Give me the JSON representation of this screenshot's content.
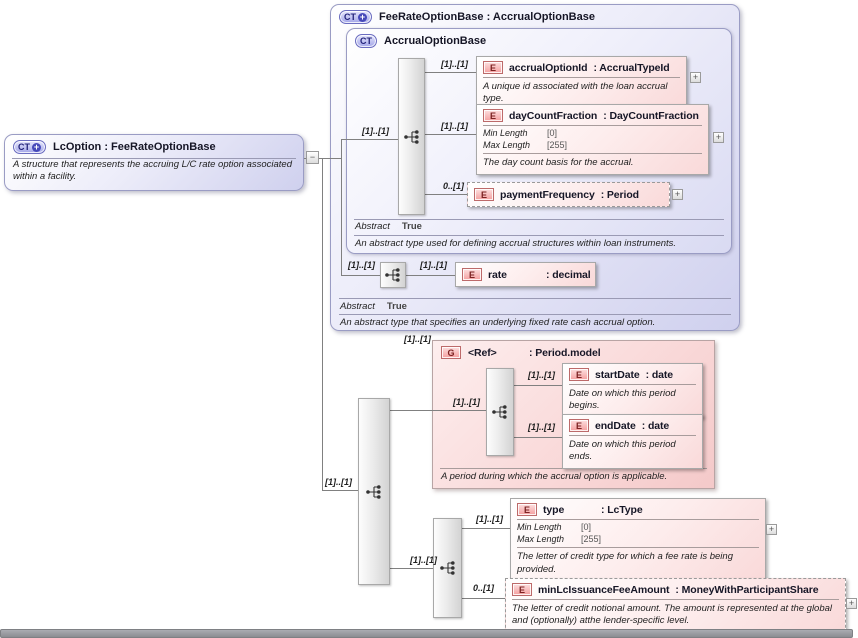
{
  "ui": {
    "badge_ct": "CT",
    "badge_e": "E",
    "badge_g": "G",
    "plus": "+",
    "minus": "−",
    "abstract_label": "Abstract",
    "min_length_label": "Min Length",
    "max_length_label": "Max Length"
  },
  "colors": {
    "purple_box": "#cfd0ee",
    "pink_box": "#f9d8d8",
    "connector_line": "#808080"
  },
  "cardinality": {
    "required": "[1]..[1]",
    "optional": "0..[1]"
  },
  "lc_option": {
    "title": "LcOption : FeeRateOptionBase",
    "description": "A structure that represents the accruing L/C rate option associated within a facility."
  },
  "fee_rate_option_base": {
    "title": "FeeRateOptionBase : AccrualOptionBase",
    "abstract": "True",
    "description": "An abstract type that specifies an underlying fixed rate cash accrual option."
  },
  "accrual_option_base": {
    "title": "AccrualOptionBase",
    "abstract": "True",
    "description": "An abstract type used for defining accrual structures within loan instruments.",
    "elements": {
      "accrual_option_id": {
        "name": "accrualOptionId",
        "type": ": AccrualTypeId",
        "description": "A unique id associated with the loan accrual type."
      },
      "day_count_fraction": {
        "name": "dayCountFraction",
        "type": ": DayCountFraction",
        "min_length": "[0]",
        "max_length": "[255]",
        "description": "The day count basis for the accrual."
      },
      "payment_frequency": {
        "name": "paymentFrequency",
        "type": ": Period"
      }
    }
  },
  "rate_element": {
    "name": "rate",
    "type": ": decimal"
  },
  "period_model_group": {
    "name": "<Ref>",
    "type": ": Period.model",
    "description": "A period during which the accrual option is applicable.",
    "elements": {
      "start_date": {
        "name": "startDate",
        "type": ": date",
        "description": "Date on which this period begins."
      },
      "end_date": {
        "name": "endDate",
        "type": ": date",
        "description": "Date on which this period ends."
      }
    }
  },
  "type_element": {
    "name": "type",
    "type": ": LcType",
    "min_length": "[0]",
    "max_length": "[255]",
    "description": "The letter of credit type for which a fee rate is being provided."
  },
  "min_lc_element": {
    "name": "minLcIssuanceFeeAmount",
    "type": ": MoneyWithParticipantShare",
    "description": "The letter of credit notional amount. The amount is represented at the global and (optionally) atthe lender-specific level."
  }
}
